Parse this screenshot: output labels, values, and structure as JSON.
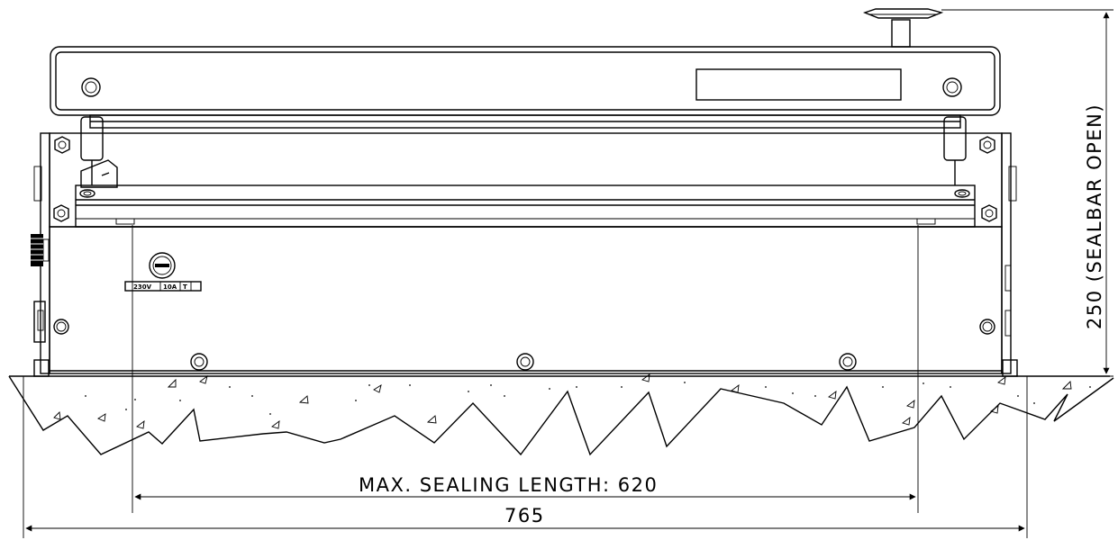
{
  "dimensions": {
    "height_label": "250 (SEALBAR OPEN)",
    "sealing_label": "MAX. SEALING LENGTH: 620",
    "width_label": "765"
  },
  "rating_plate": {
    "voltage": "230V",
    "current": "10A",
    "type": "T"
  }
}
